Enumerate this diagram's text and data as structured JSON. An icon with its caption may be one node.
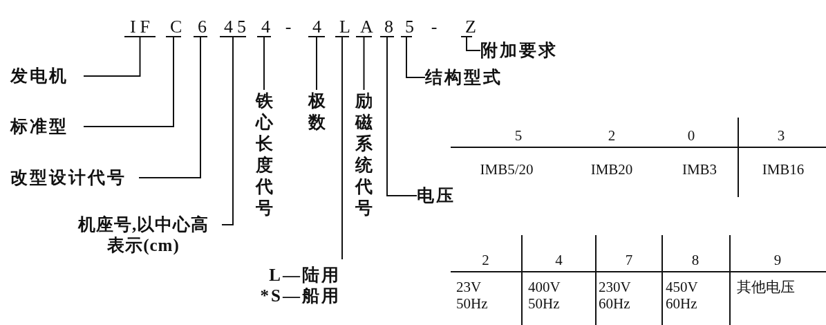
{
  "diagram": {
    "nodes": [
      {
        "text": [
          "IF"
        ]
      },
      {
        "text": [
          "C"
        ]
      },
      {
        "text": [
          "6"
        ]
      },
      {
        "text": [
          "45"
        ]
      },
      {
        "text": [
          "4"
        ]
      },
      {
        "text": [
          "4"
        ]
      },
      {
        "text": [
          "L"
        ]
      },
      {
        "text": [
          "A"
        ]
      },
      {
        "text": [
          "8"
        ]
      },
      {
        "text": [
          "5"
        ]
      },
      {
        "text": [
          "Z"
        ]
      },
      {
        "text": [
          "发电机"
        ]
      },
      {
        "text": [
          "标准型"
        ]
      },
      {
        "text": [
          "改型设计代号"
        ]
      },
      {
        "text": [
          "机座号,以中心高表示(cm)"
        ]
      },
      {
        "text": [
          "铁心长度代号"
        ]
      },
      {
        "text": [
          "极数"
        ]
      },
      {
        "text": [
          "励磁系统代号"
        ]
      },
      {
        "text": [
          "L—陆用",
          "*S—船用"
        ]
      },
      {
        "text": [
          "电压"
        ]
      },
      {
        "text": [
          "结构型式"
        ]
      },
      {
        "text": [
          "附加要求"
        ]
      }
    ],
    "edges": [
      {
        "from": 11,
        "to": 0,
        "arrow": "none"
      },
      {
        "from": 12,
        "to": 1,
        "arrow": "none"
      },
      {
        "from": 13,
        "to": 2,
        "arrow": "none"
      },
      {
        "from": 14,
        "to": 3,
        "arrow": "none"
      },
      {
        "from": 4,
        "to": 15,
        "arrow": "none"
      },
      {
        "from": 5,
        "to": 16,
        "arrow": "none"
      },
      {
        "from": 6,
        "to": 18,
        "arrow": "none"
      },
      {
        "from": 7,
        "to": 17,
        "arrow": "none"
      },
      {
        "from": 8,
        "to": 19,
        "arrow": "none"
      },
      {
        "from": 9,
        "to": 20,
        "arrow": "none"
      },
      {
        "from": 10,
        "to": 21,
        "arrow": "none"
      }
    ],
    "labels": [
      "-",
      "-",
      "5",
      "2",
      "0",
      "3",
      "IMB5/20",
      "IMB20",
      "IMB3",
      "IMB16",
      "2",
      "4",
      "7",
      "8",
      "9",
      "23V 50Hz",
      "400V 50Hz",
      "230V 60Hz",
      "450V 60Hz",
      "其他电压"
    ]
  }
}
